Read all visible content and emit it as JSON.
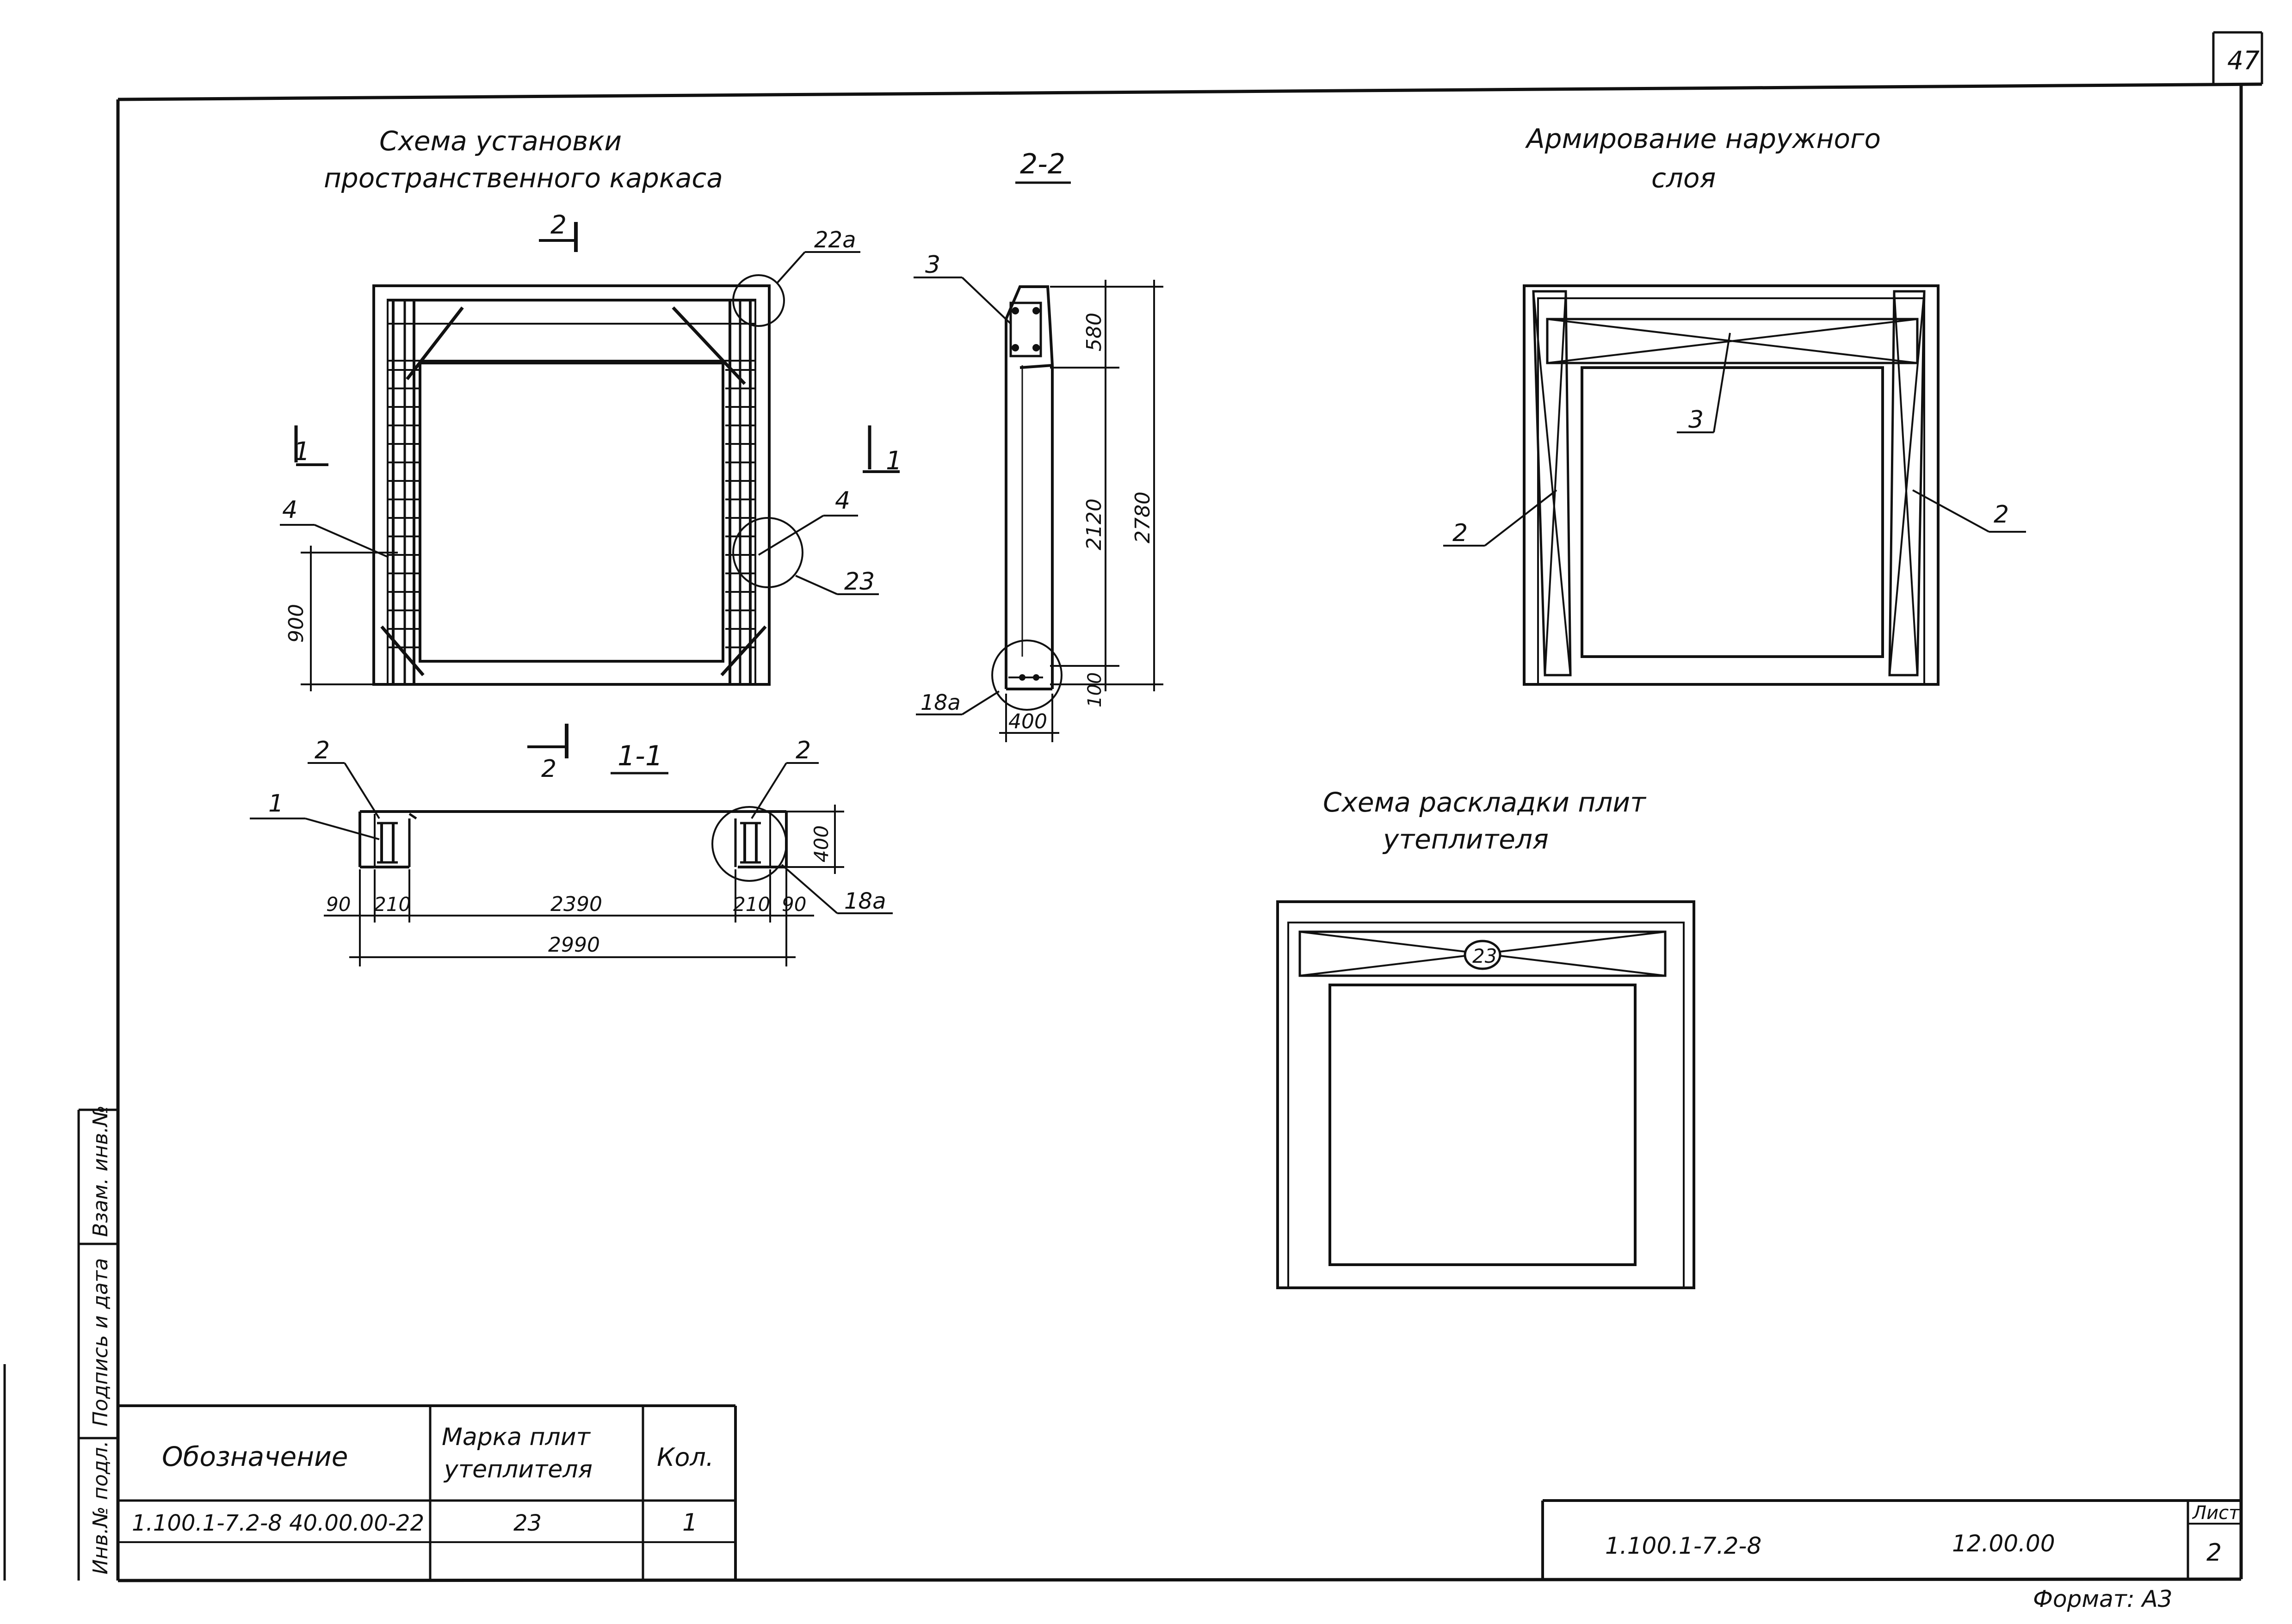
{
  "sheet_corner_number": "47",
  "views": {
    "frame_scheme": {
      "title_line1": "Схема установки",
      "title_line2": "пространственного каркаса",
      "cut_mark_top": "2",
      "cut_mark_left": "1",
      "cut_mark_right": "1",
      "callout_22a": "22а",
      "callout_4_left": "4",
      "callout_4_right": "4",
      "callout_23": "23",
      "dim_900": "900"
    },
    "section_2_2": {
      "title": "2-2",
      "callout_3": "3",
      "callout_18a": "18а",
      "dim_580": "580",
      "dim_2120": "2120",
      "dim_2780": "2780",
      "dim_100": "100",
      "dim_400": "400"
    },
    "section_1_1": {
      "title": "1-1",
      "cut_mark_2": "2",
      "callout_2_left": "2",
      "callout_2_right": "2",
      "callout_1": "1",
      "callout_18a": "18а",
      "dim_400": "400",
      "dim_90_left": "90",
      "dim_210_left": "210",
      "dim_2390": "2390",
      "dim_210_right": "210",
      "dim_90_right": "90",
      "dim_2990": "2990"
    },
    "outer_reinforcement": {
      "title_line1": "Армирование наружного",
      "title_line2": "слоя",
      "callout_3": "3",
      "callout_2_left": "2",
      "callout_2_right": "2"
    },
    "insulation_layout": {
      "title_line1": "Схема раскладки плит",
      "title_line2": "утеплителя",
      "plate_mark": "23"
    }
  },
  "spec_table": {
    "headers": [
      "Обозначение",
      "Марка плит утеплителя",
      "Кол."
    ],
    "header_mark_line1": "Марка плит",
    "header_mark_line2": "утеплителя",
    "rows": [
      {
        "designation": "1.100.1-7.2-8  40.00.00-22",
        "mark": "23",
        "qty": "1"
      }
    ]
  },
  "side_stamp": {
    "field1": "Инв.№ подл.",
    "field2": "Подпись и дата",
    "field3": "Взам. инв.№"
  },
  "title_block": {
    "code": "1.100.1-7.2-8",
    "number": "12.00.00",
    "sheet_label": "Лист",
    "sheet_value": "2"
  },
  "format_label": "Формат: А3"
}
